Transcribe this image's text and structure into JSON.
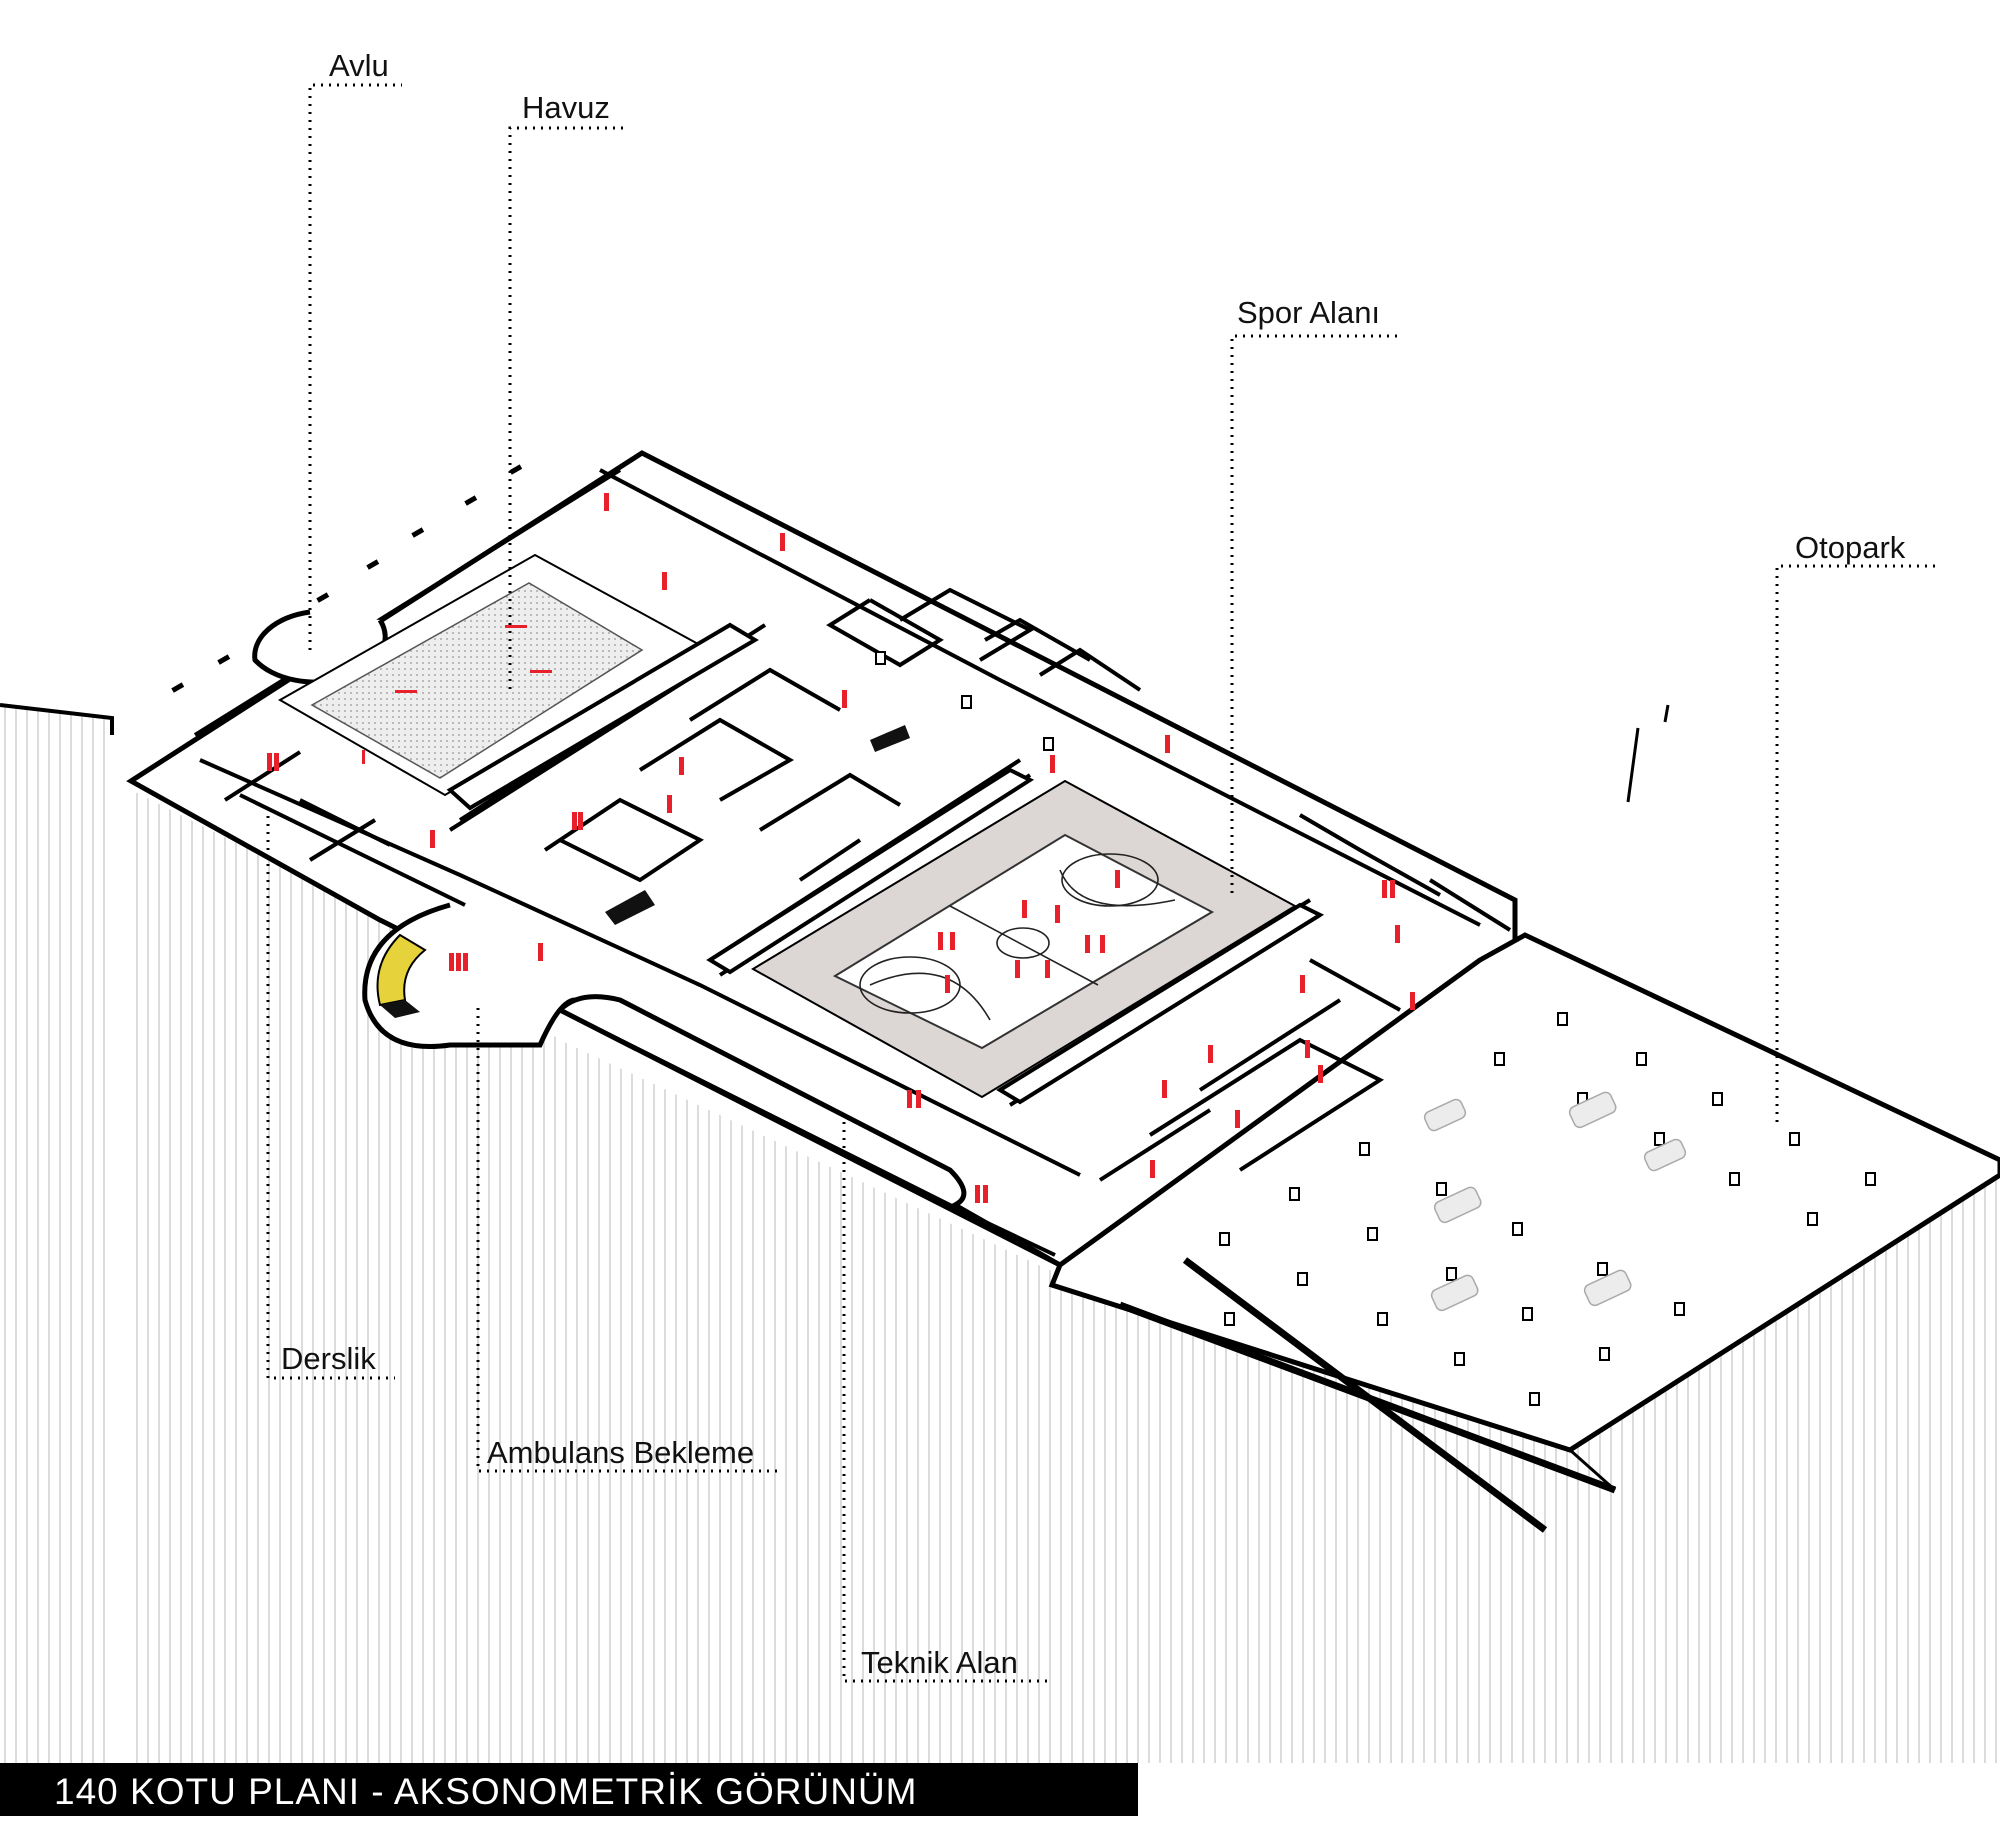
{
  "labels": {
    "avlu": "Avlu",
    "havuz": "Havuz",
    "spor_alani": "Spor Alanı",
    "otopark": "Otopark",
    "derslik": "Derslik",
    "ambulans_bekleme": "Ambulans Bekleme",
    "teknik_alan": "Teknik Alan"
  },
  "title": "140 KOTU PLANI - AKSONOMETRİK GÖRÜNÜM",
  "colors": {
    "people": "#e8202a",
    "highlight": "#e6d23a",
    "court_border": "#d9d4d2",
    "hatch": "#cfcfcf"
  }
}
